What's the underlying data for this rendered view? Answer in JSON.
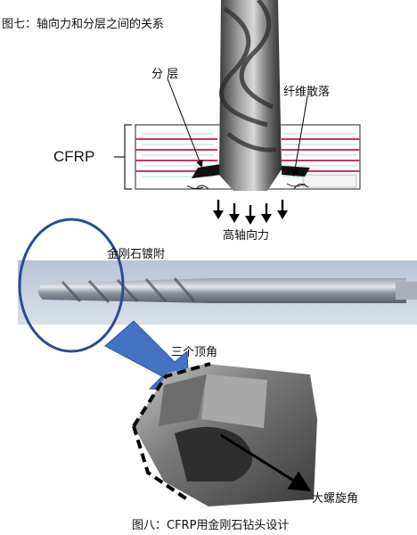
{
  "figure7": {
    "caption": "图七：轴向力和分层之间的关系",
    "label_delamination": "分 层",
    "label_fiber_scatter": "纤维散落",
    "label_cfrp": "CFRP",
    "label_axial_force": "高轴向力"
  },
  "figure8": {
    "caption": "图八：CFRP用金刚石钻头设计",
    "label_diamond_coating": "金刚石镀附",
    "label_three_tips": "三个顶角",
    "label_helix_angle": "大螺旋角"
  },
  "colors": {
    "laminate_line": "#cc3366",
    "circle_outline": "#2a4d8f",
    "callout_arrow": "#4472c4",
    "drill_steel": "#8c8c8c"
  }
}
